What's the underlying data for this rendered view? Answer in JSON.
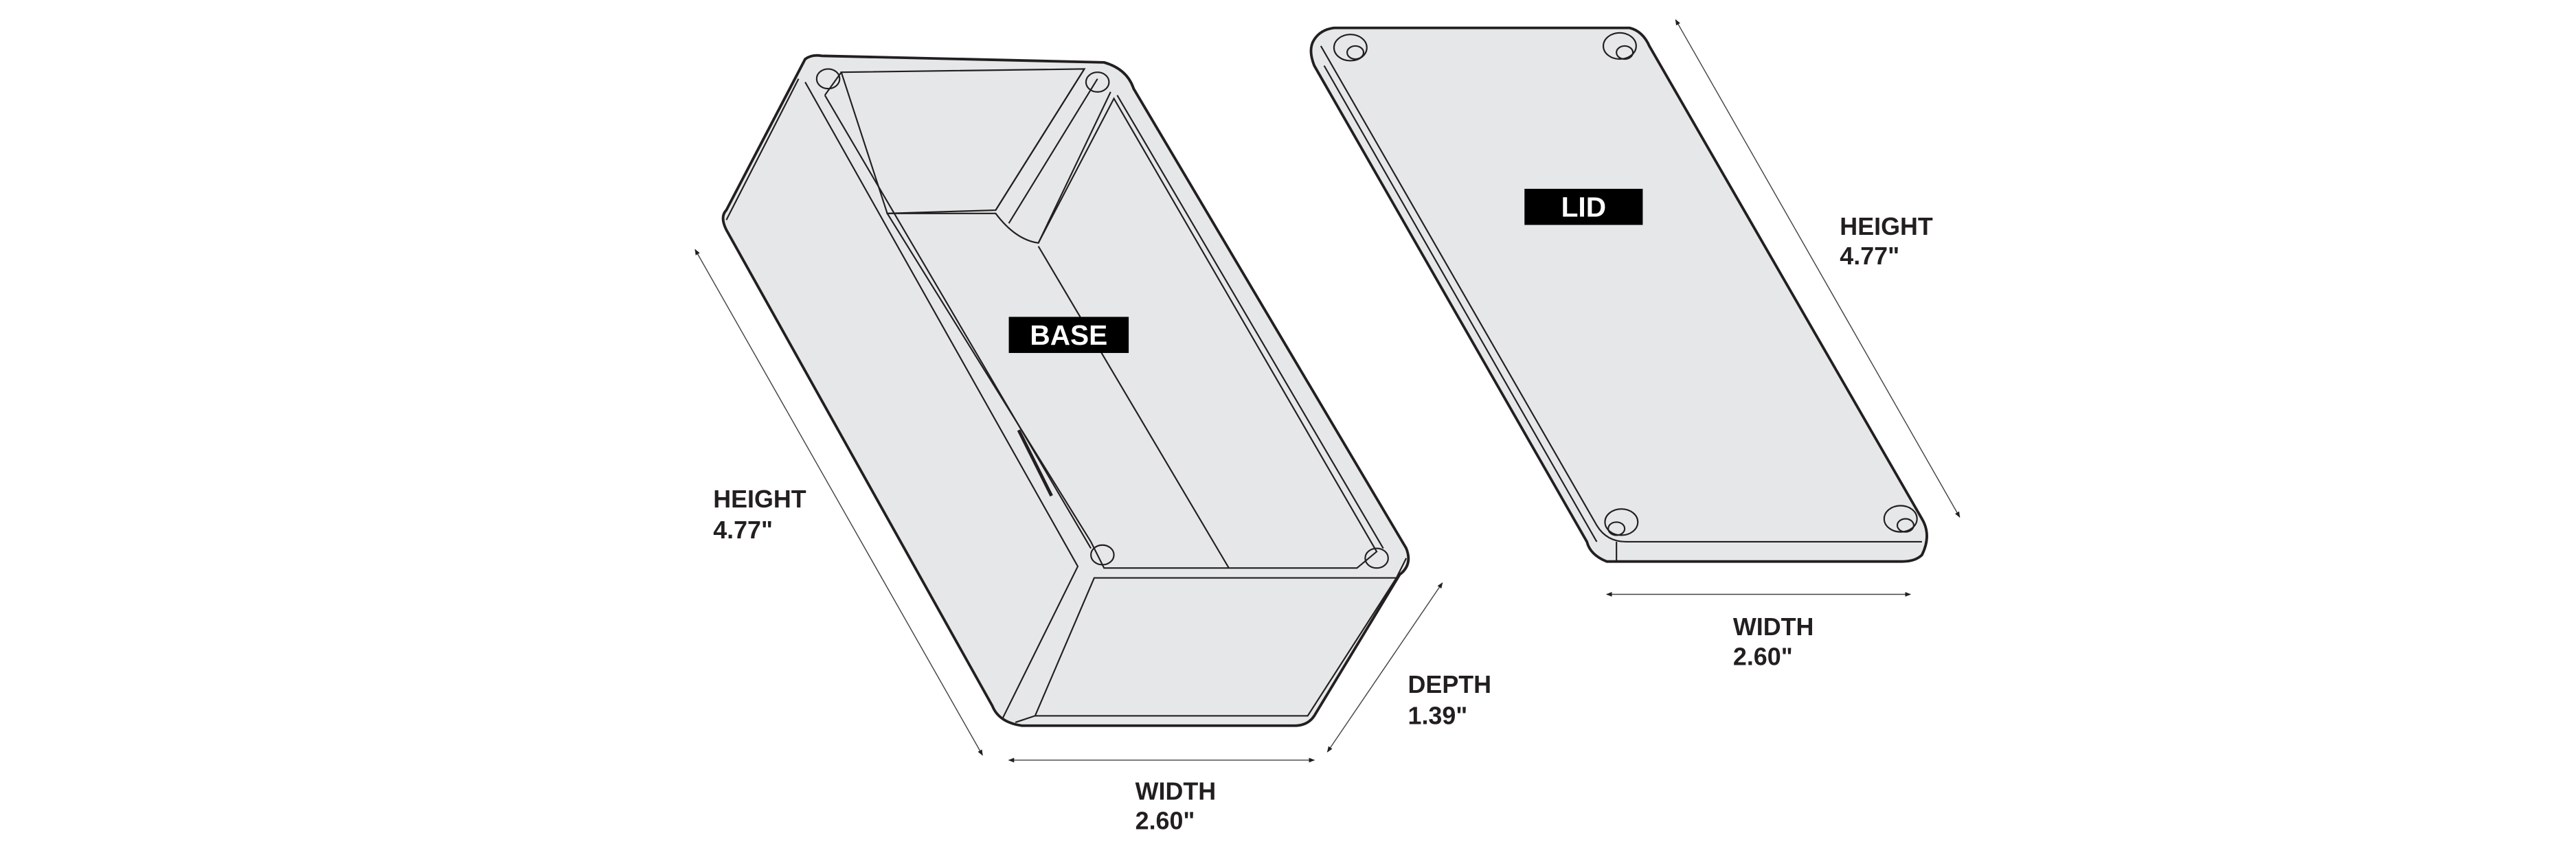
{
  "base": {
    "tag": "BASE",
    "height_label": "HEIGHT",
    "height_value": "4.77\"",
    "width_label": "WIDTH",
    "width_value": "2.60\"",
    "depth_label": "DEPTH",
    "depth_value": "1.39\""
  },
  "lid": {
    "tag": "LID",
    "height_label": "HEIGHT",
    "height_value": "4.77\"",
    "width_label": "WIDTH",
    "width_value": "2.60\""
  },
  "colors": {
    "face": "#e6e7e8",
    "interior": "#bfc0c2",
    "hole": "#a7a9b4",
    "outline": "#231f20",
    "label_bg": "#000000"
  }
}
